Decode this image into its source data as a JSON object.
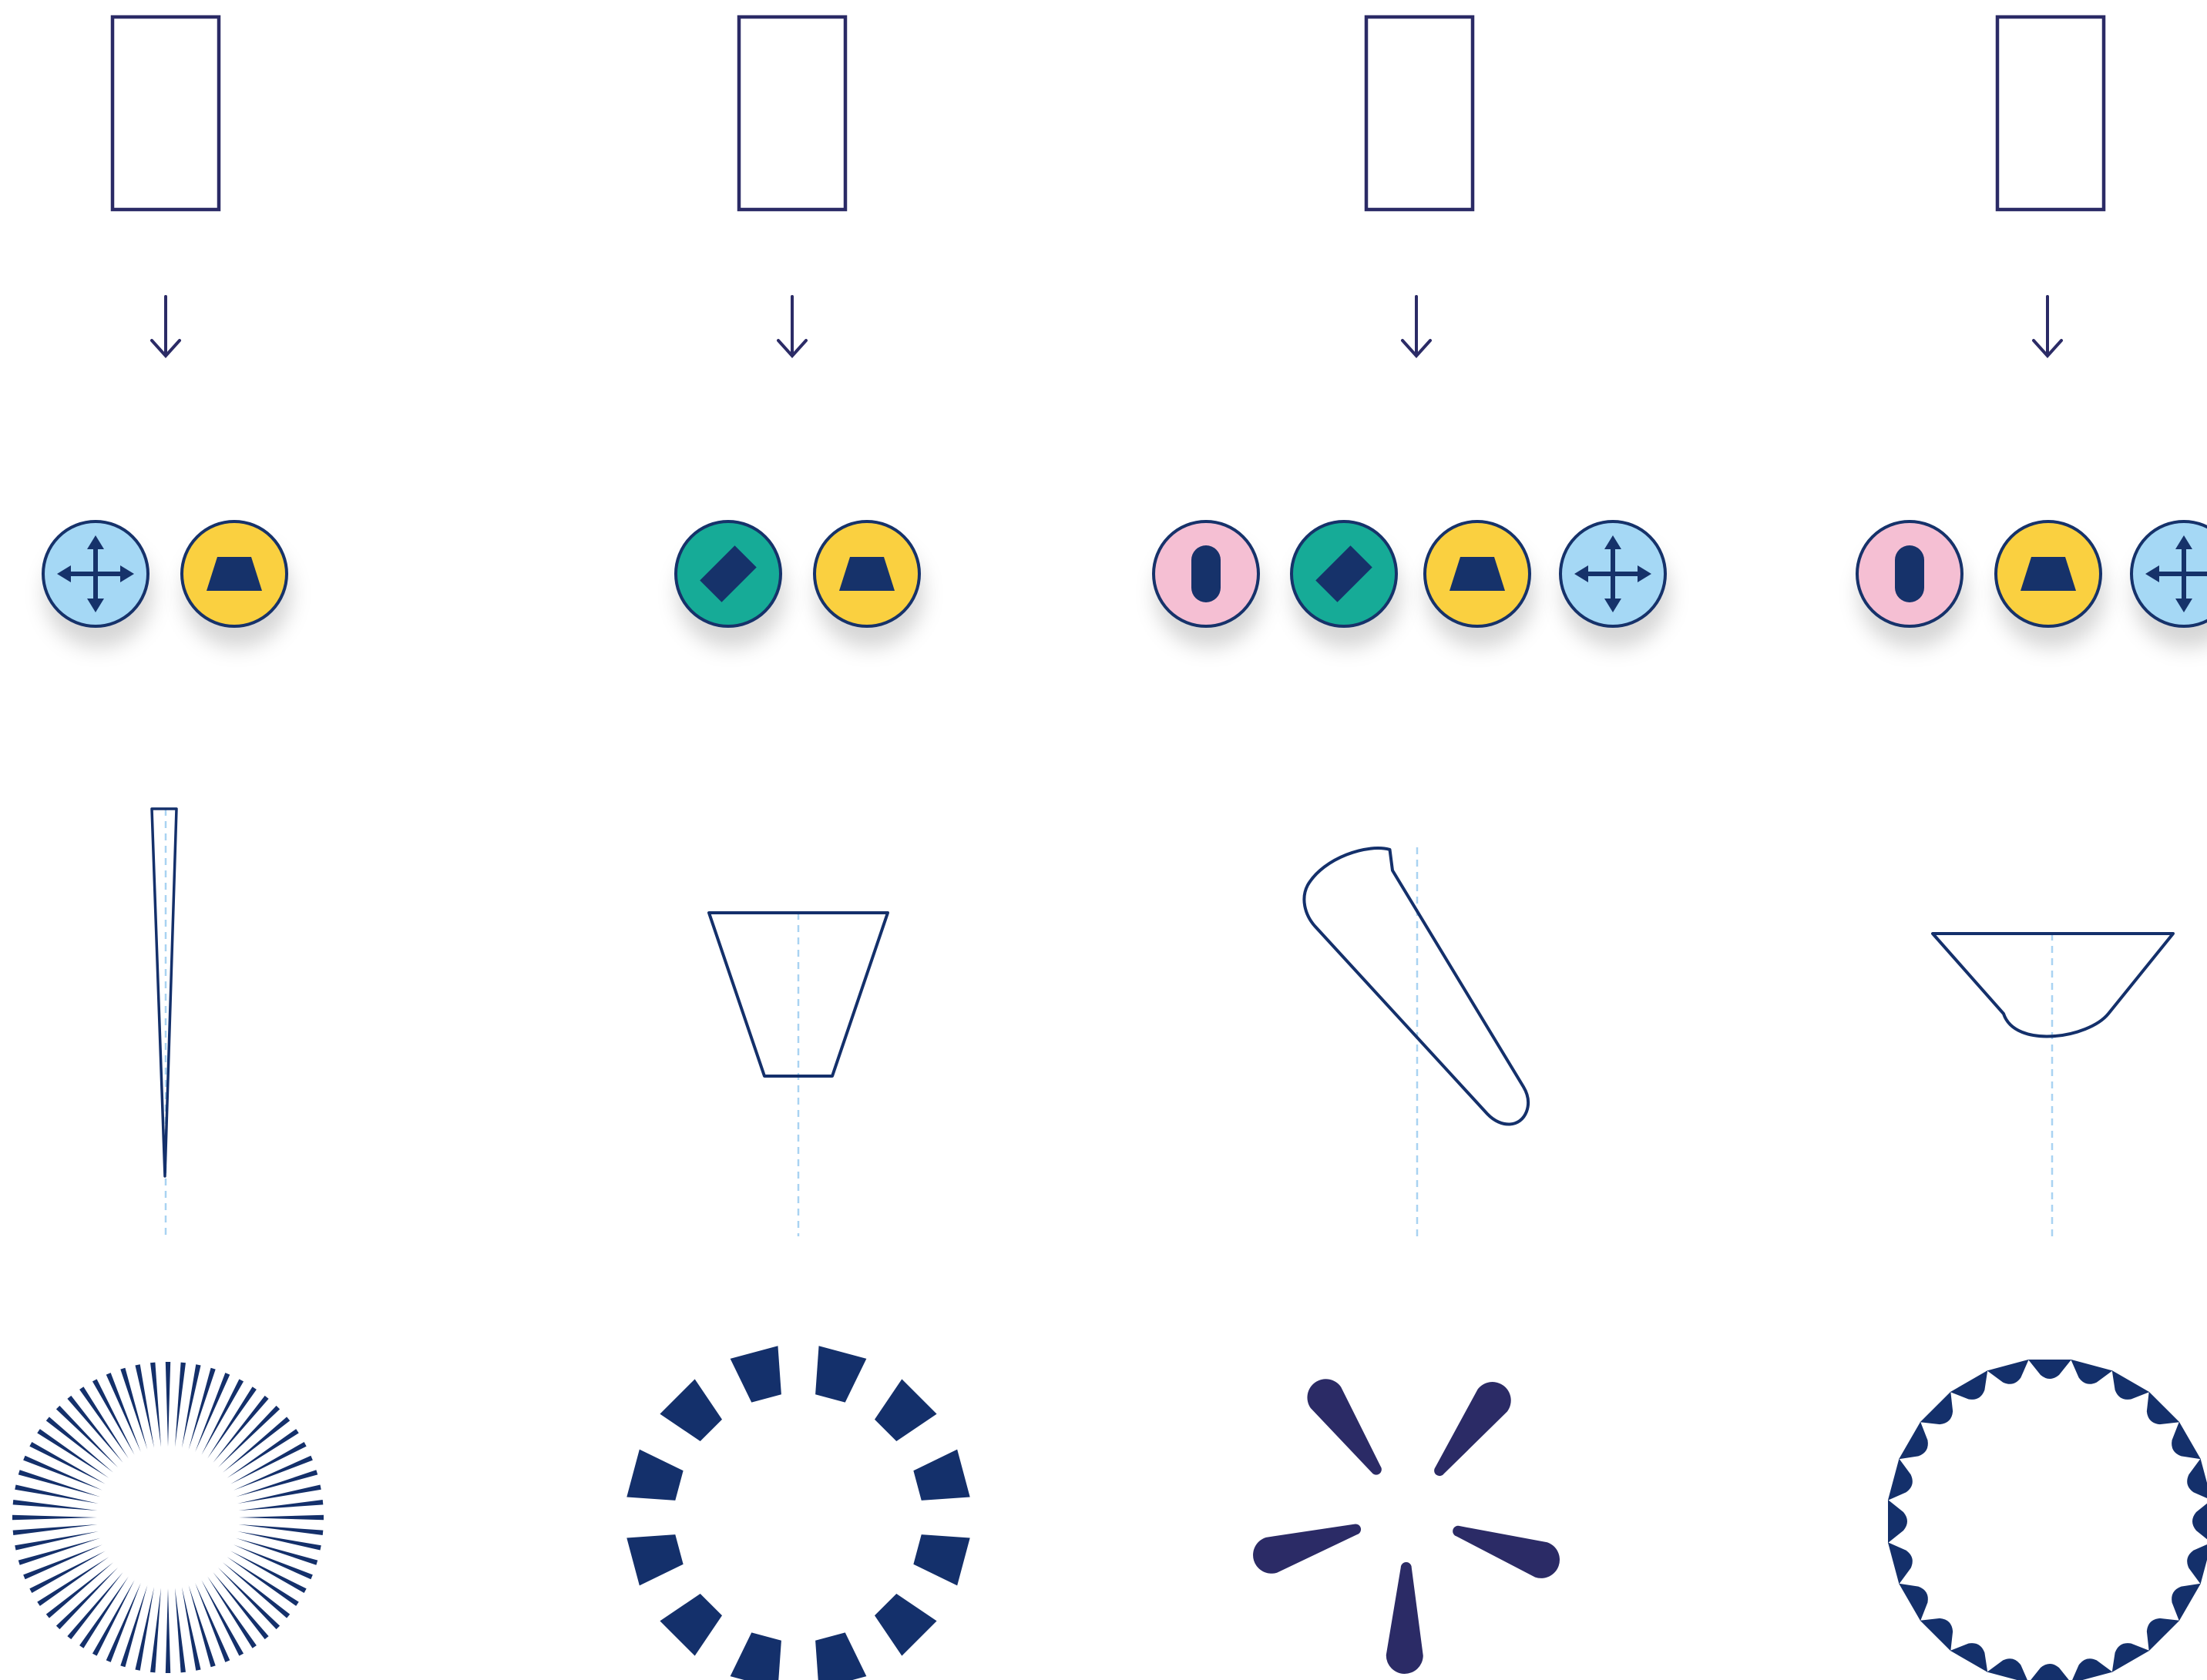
{
  "colors": {
    "ink": "#2b2b66",
    "navy": "#14306b",
    "guide": "#a9d3f2",
    "blue": "#a5d8f5",
    "yellow": "#fad03f",
    "teal": "#19ab97",
    "pink": "#f5bfd3",
    "background": "#ffffff"
  },
  "columns": [
    {
      "id": "col-1",
      "modifier_chips": [
        "move-icon",
        "trapezoid-icon"
      ],
      "petal_shape": "thin-spike",
      "pattern": {
        "name": "spike-burst",
        "count": 64
      }
    },
    {
      "id": "col-2",
      "modifier_chips": [
        "diamond-icon",
        "trapezoid-icon"
      ],
      "petal_shape": "trapezoid",
      "pattern": {
        "name": "trapezoid-ring",
        "count": 12
      }
    },
    {
      "id": "col-3",
      "modifier_chips": [
        "capsule-icon",
        "diamond-icon",
        "trapezoid-icon",
        "move-icon"
      ],
      "petal_shape": "rounded-club",
      "pattern": {
        "name": "club-pinwheel",
        "count": 5
      }
    },
    {
      "id": "col-4",
      "modifier_chips": [
        "capsule-icon",
        "trapezoid-icon",
        "move-icon"
      ],
      "petal_shape": "rounded-funnel",
      "pattern": {
        "name": "funnel-ring",
        "count": 24
      }
    }
  ]
}
